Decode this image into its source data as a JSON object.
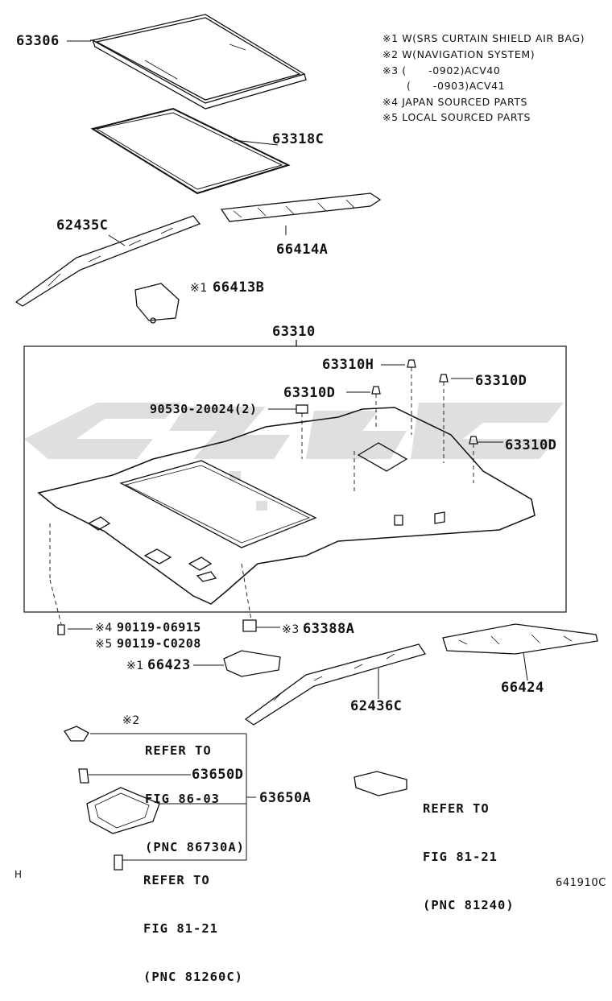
{
  "notes": [
    {
      "mark": "※1",
      "text": "W(SRS CURTAIN SHIELD AIR BAG)"
    },
    {
      "mark": "※2",
      "text": "W(NAVIGATION SYSTEM)"
    },
    {
      "mark": "※3",
      "text": "(      -0902)ACV40"
    },
    {
      "mark": "",
      "text": "(      -0903)ACV41"
    },
    {
      "mark": "※4",
      "text": "JAPAN SOURCED PARTS"
    },
    {
      "mark": "※5",
      "text": "LOCAL SOURCED PARTS"
    }
  ],
  "parts": {
    "p63306": "63306",
    "p63318C": "63318C",
    "p62435C": "62435C",
    "p66414A": "66414A",
    "p66413B": "66413B",
    "p66413B_mark": "※1",
    "p63310": "63310",
    "p63310H": "63310H",
    "p63310D_a": "63310D",
    "p63310D_b": "63310D",
    "p63310D_c": "63310D",
    "p90530": "90530-20024(2)",
    "p90119a": "90119-06915",
    "p90119a_mark": "※4",
    "p90119b": "90119-C0208",
    "p90119b_mark": "※5",
    "p63388A": "63388A",
    "p63388A_mark": "※3",
    "p66423": "66423",
    "p66423_mark": "※1",
    "p66424": "66424",
    "p62436C": "62436C",
    "p63650D": "63650D",
    "p63650A": "63650A"
  },
  "refs": {
    "ref1_mark": "※2",
    "ref1_line1": "REFER TO",
    "ref1_line2": "FIG 86-03",
    "ref1_line3": "(PNC 86730A)",
    "ref2_line1": "REFER TO",
    "ref2_line2": "FIG 81-21",
    "ref2_line3": "(PNC 81240)",
    "ref3_line1": "REFER TO",
    "ref3_line2": "FIG 81-21",
    "ref3_line3": "(PNC 81260C)"
  },
  "footer": {
    "left": "H",
    "figure_code": "641910C"
  },
  "colors": {
    "line": "#111111",
    "watermark": "#d9d9d9"
  }
}
